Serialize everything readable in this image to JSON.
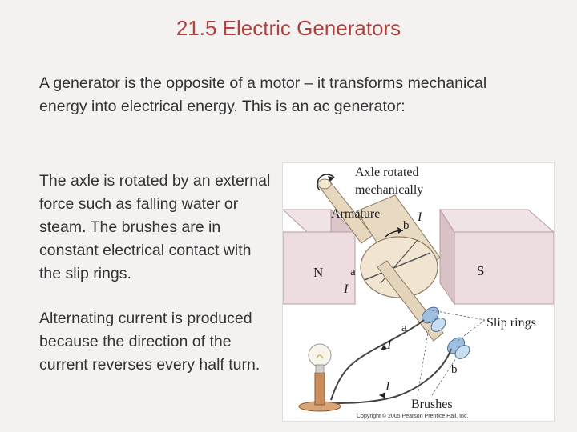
{
  "slide": {
    "title": "21.5 Electric Generators",
    "intro": "A generator is the opposite of a motor – it transforms mechanical energy into electrical energy. This is an ac generator:",
    "paragraph1": "The axle is rotated by an external force such as falling water or steam. The brushes are in constant electrical contact with the slip rings.",
    "paragraph2": "Alternating current is produced because the direction of the current reverses every half turn."
  },
  "figure": {
    "axle_label_line1": "Axle rotated",
    "axle_label_line2": "mechanically",
    "armature_label": "Armature",
    "b_top": "b",
    "i_top": "I",
    "n_label": "N",
    "s_label": "S",
    "a_mid": "a",
    "i_mid": "I",
    "slip_rings_label": "Slip rings",
    "a_low": "a",
    "i_low": "I",
    "b_low": "b",
    "i_bottom": "I",
    "brushes_label": "Brushes",
    "copyright": "Copyright © 2005 Pearson Prentice Hall, Inc."
  }
}
